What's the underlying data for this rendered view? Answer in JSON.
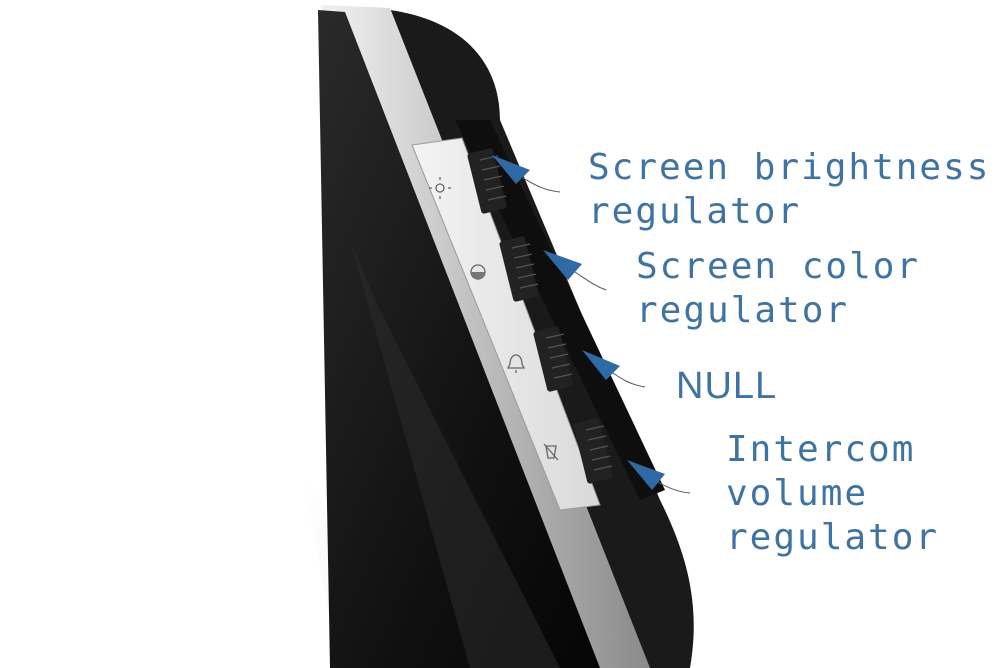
{
  "colors": {
    "label_text": "#3e73a3",
    "arrow": "#2f6aa6",
    "device_body": "#141414",
    "bezel_silver": "#c9c9c9"
  },
  "icons": [
    "brightness-icon",
    "color-icon",
    "bell-icon",
    "volume-icon"
  ],
  "callouts": [
    {
      "name": "brightness",
      "lines": [
        "Screen brightness",
        "regulator"
      ]
    },
    {
      "name": "color",
      "lines": [
        "Screen color",
        "regulator"
      ]
    },
    {
      "name": "null",
      "lines": [
        "NULL"
      ]
    },
    {
      "name": "intercom-volume",
      "lines": [
        "Intercom",
        "volume",
        "regulator"
      ]
    }
  ]
}
